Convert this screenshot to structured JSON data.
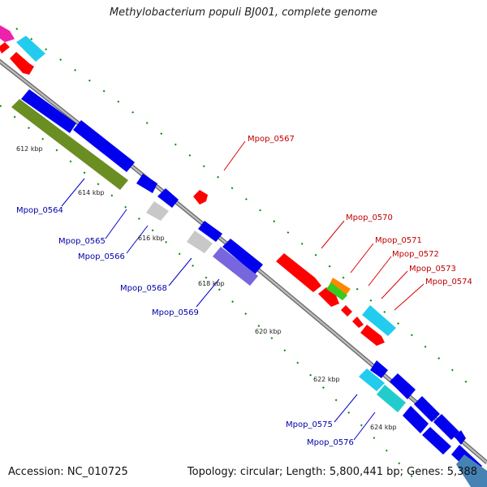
{
  "title": "Methylobacterium populi BJ001, complete genome",
  "accession_label": "Accession: NC_010725",
  "summary": "Topology: circular; Length: 5,800,441 bp; Genes: 5,388",
  "ticks": [
    "612 kbp",
    "614 kbp",
    "616 kbp",
    "618 kbp",
    "620 kbp",
    "622 kbp",
    "624 kbp"
  ],
  "forward_labels": [
    "Mpop_0567",
    "Mpop_0570",
    "Mpop_0571",
    "Mpop_0572",
    "Mpop_0573",
    "Mpop_0574"
  ],
  "reverse_labels": [
    "Mpop_0564",
    "Mpop_0565",
    "Mpop_0566",
    "Mpop_0568",
    "Mpop_0569",
    "Mpop_0575",
    "Mpop_0576"
  ],
  "colors": {
    "red": "#ff0000",
    "blue": "#0000ee",
    "cyan": "#22ccee",
    "olive": "#6b8e23",
    "grey": "#c8c8c8",
    "purple": "#7766dd",
    "teal": "#22cccc",
    "orange": "#ff8800",
    "green": "#33cc22",
    "magenta": "#ee22aa",
    "steel": "#4682b4",
    "backbone": "#999999",
    "dots": "#008800"
  }
}
